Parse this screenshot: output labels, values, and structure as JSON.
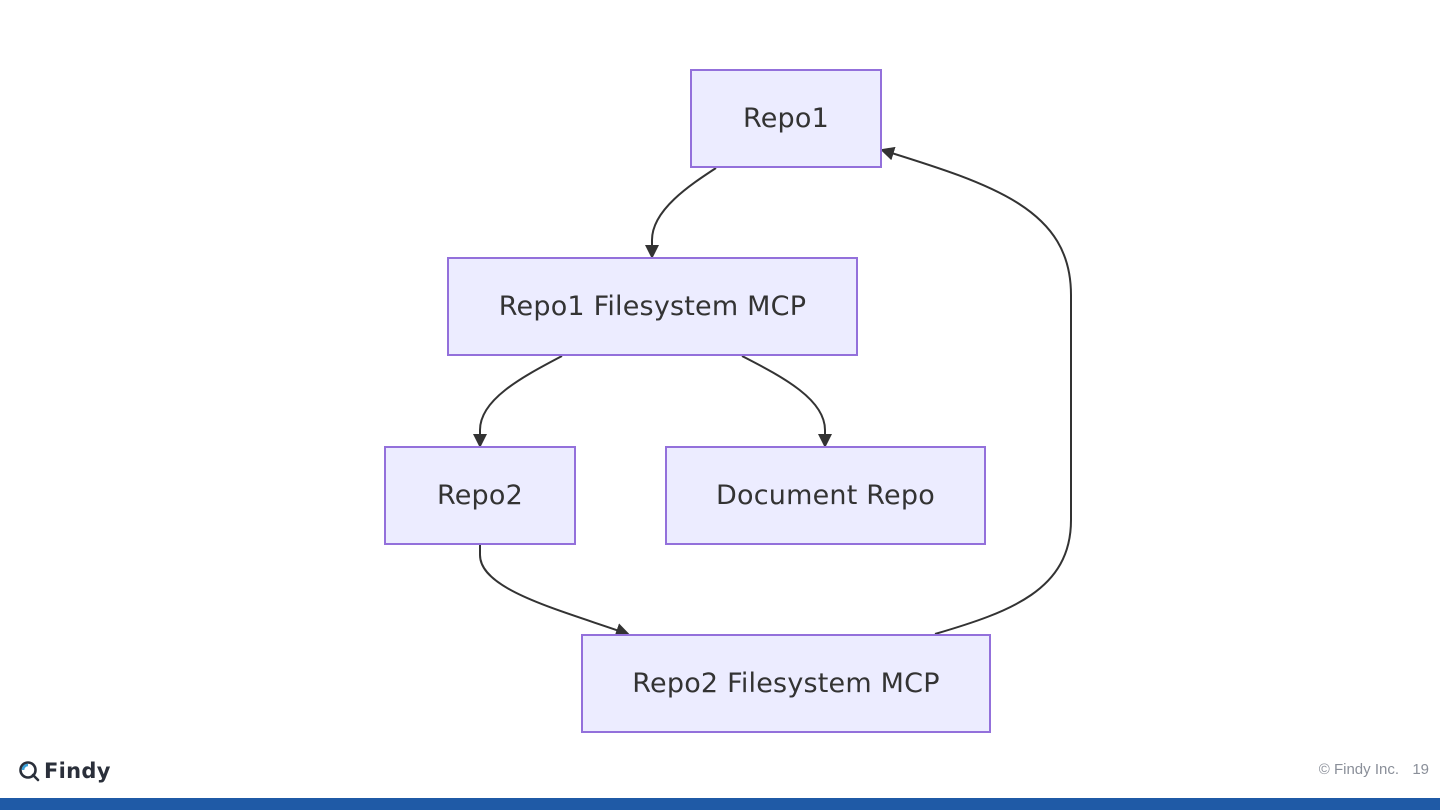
{
  "diagram": {
    "nodes": [
      {
        "id": "repo1",
        "label": "Repo1"
      },
      {
        "id": "repo1_mcp",
        "label": "Repo1 Filesystem MCP"
      },
      {
        "id": "repo2",
        "label": "Repo2"
      },
      {
        "id": "document_repo",
        "label": "Document Repo"
      },
      {
        "id": "repo2_mcp",
        "label": "Repo2 Filesystem MCP"
      }
    ],
    "edges": [
      {
        "from": "repo1",
        "to": "repo1_mcp"
      },
      {
        "from": "repo1_mcp",
        "to": "repo2"
      },
      {
        "from": "repo1_mcp",
        "to": "document_repo"
      },
      {
        "from": "repo2",
        "to": "repo2_mcp"
      },
      {
        "from": "repo2_mcp",
        "to": "repo1"
      }
    ],
    "colors": {
      "node_fill": "#ececff",
      "node_border": "#9370db",
      "edge": "#333333",
      "text": "#333333"
    }
  },
  "footer": {
    "logo_text": "Findy",
    "logo_icon": "findy-logo-icon",
    "copyright": "© Findy Inc.",
    "page_number": "19",
    "bar_color": "#1f5aa6"
  }
}
